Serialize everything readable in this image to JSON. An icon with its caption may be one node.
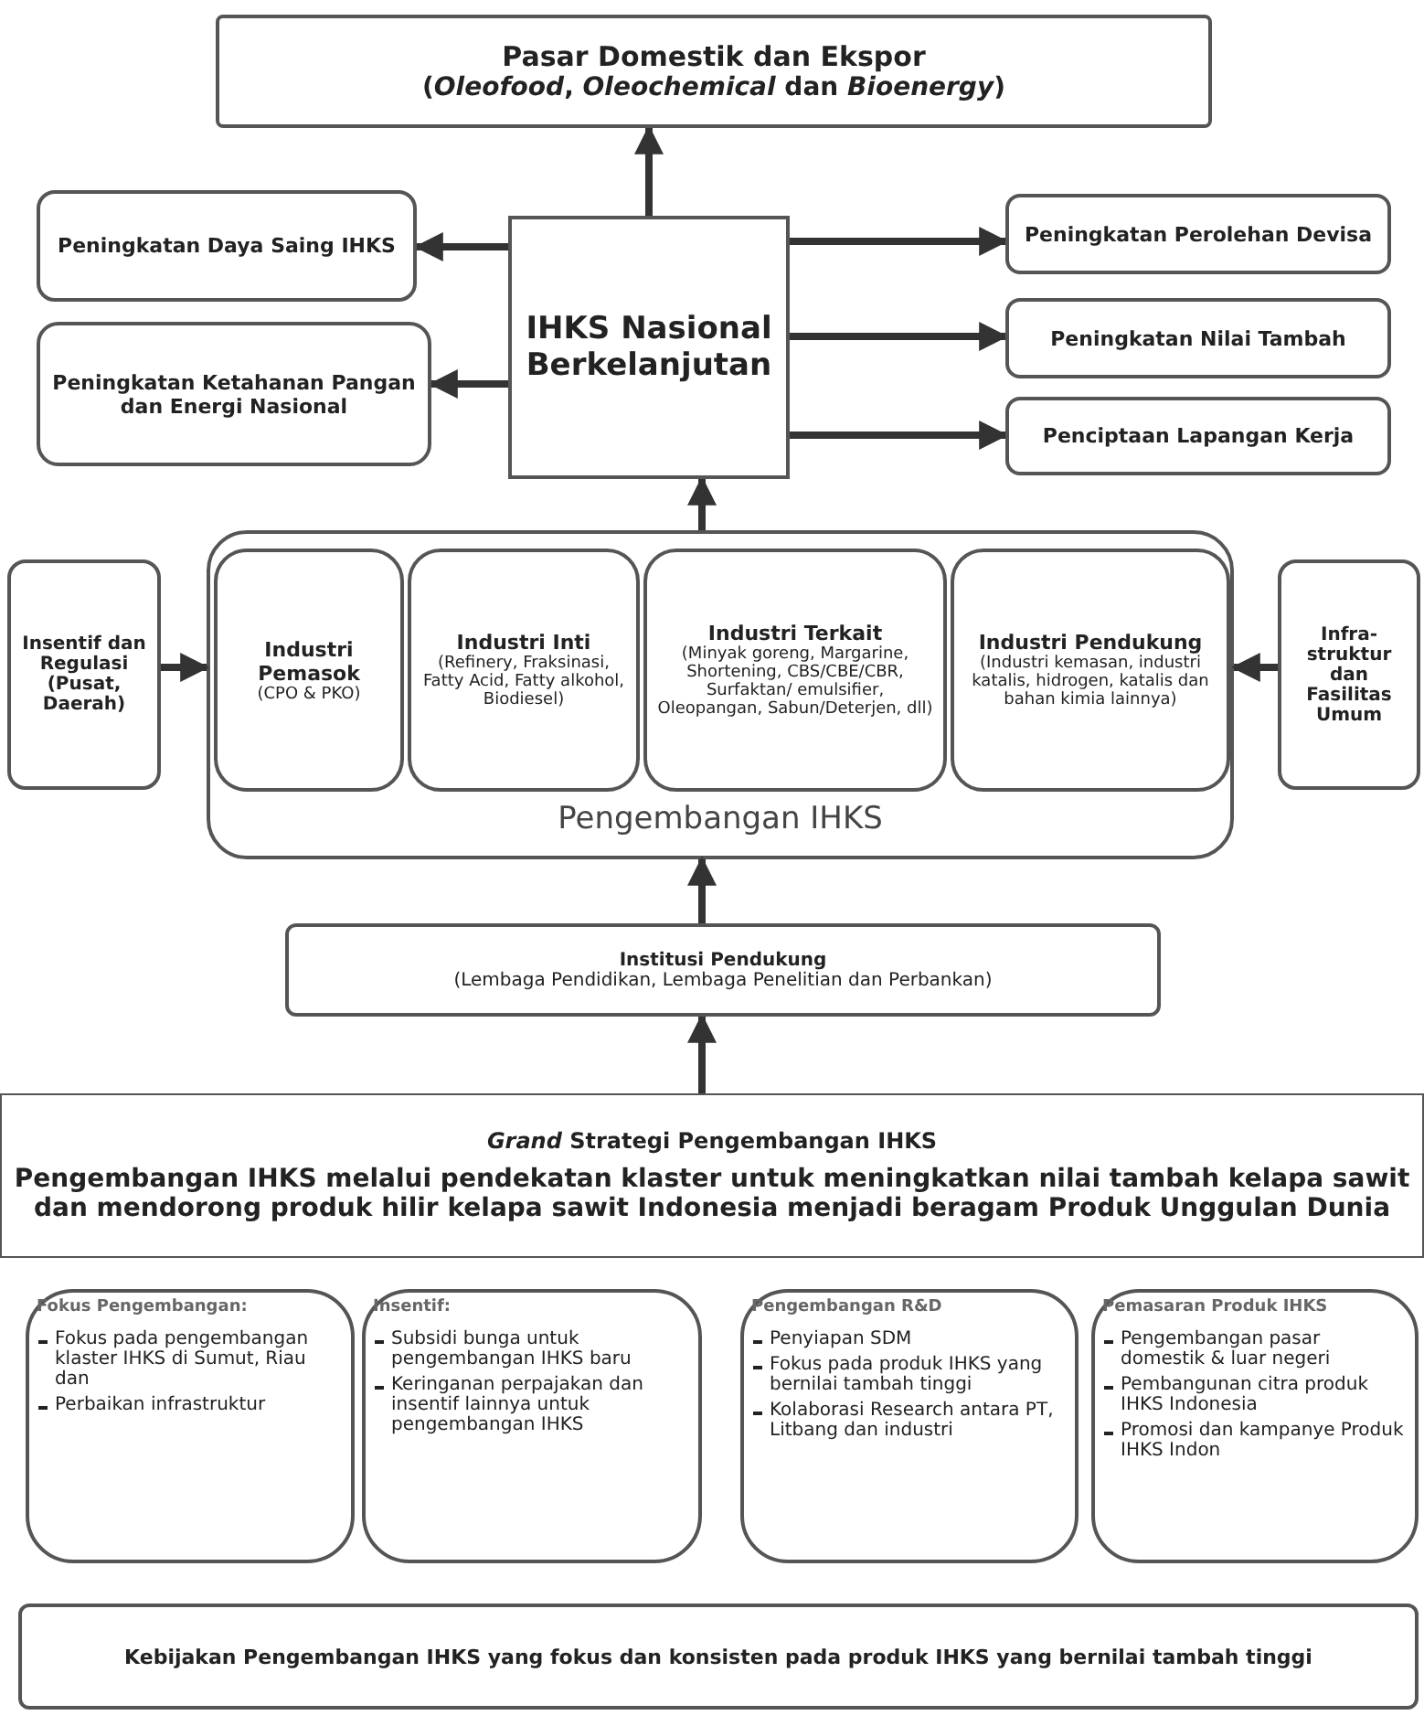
{
  "diagram": {
    "nodes": [
      {
        "text": [
          "Pasar Domestik dan Ekspor",
          "(*Oleofood*, *Oleochemical* dan *Bioenergy*)"
        ]
      },
      {
        "text": [
          "IHKS Nasional Berkelanjutan"
        ]
      },
      {
        "text": [
          "Peningkatan Daya Saing IHKS"
        ]
      },
      {
        "text": [
          "Peningkatan Ketahanan Pangan dan Energi Nasional"
        ]
      },
      {
        "text": [
          "Peningkatan Perolehan Devisa"
        ]
      },
      {
        "text": [
          "Peningkatan Nilai Tambah"
        ]
      },
      {
        "text": [
          "Penciptaan Lapangan Kerja"
        ]
      },
      {
        "text": [
          "Pengembangan IHKS"
        ]
      },
      {
        "text": [
          "Industri Pemasok",
          "(CPO & PKO)"
        ],
        "in": 7
      },
      {
        "text": [
          "Industri Inti",
          "(Refinery, Fraksinasi, Fatty Acid, Fatty alkohol, Biodiesel)"
        ],
        "in": 7
      },
      {
        "text": [
          "Industri Terkait",
          "(Minyak goreng, Margarine, Shortening, CBS/CBE/CBR, Surfaktan/ emulsifier, Oleopangan, Sabun/Deterjen, dll)"
        ],
        "in": 7
      },
      {
        "text": [
          "Industri Pendukung",
          "(Industri kemasan, industri katalis, hidrogen, katalis dan bahan kimia lainnya)"
        ],
        "in": 7
      },
      {
        "text": [
          "Insentif dan Regulasi (Pusat, Daerah)"
        ]
      },
      {
        "text": [
          "Infra-struktur dan Fasilitas Umum"
        ]
      },
      {
        "text": [
          "Institusi Pendukung",
          "(Lembaga Pendidikan, Lembaga Penelitian dan Perbankan)"
        ]
      },
      {
        "text": [
          "*Grand* Strategi Pengembangan IHKS",
          "Pengembangan IHKS melalui pendekatan klaster untuk meningkatkan nilai tambah kelapa sawit dan mendorong produk hilir kelapa sawit Indonesia menjadi beragam Produk Unggulan Dunia"
        ]
      },
      {
        "text": [
          "Fokus Pengembangan:",
          "Fokus pada pengembangan klaster IHKS di Sumut, Riau dan",
          "Perbaikan infrastruktur"
        ]
      },
      {
        "text": [
          "Insentif:",
          "Subsidi bunga untuk pengembangan IHKS baru",
          "Keringanan perpajakan dan insentif lainnya untuk pengembangan IHKS"
        ]
      },
      {
        "text": [
          "Pengembangan R&D",
          "Penyiapan SDM",
          "Fokus pada produk IHKS yang bernilai tambah tinggi",
          "Kolaborasi Research antara PT, Litbang dan industri"
        ]
      },
      {
        "text": [
          "Pemasaran Produk IHKS",
          "Pengembangan pasar domestik & luar negeri",
          "Pembangunan citra produk IHKS Indonesia",
          "Promosi dan kampanye Produk IHKS Indon"
        ]
      },
      {
        "text": [
          "Kebijakan Pengembangan IHKS yang fokus dan konsisten pada produk IHKS yang bernilai tambah tinggi"
        ]
      }
    ],
    "edges": [
      {
        "from": 1,
        "to": 0,
        "arrow": "to"
      },
      {
        "from": 1,
        "to": 2,
        "arrow": "to"
      },
      {
        "from": 1,
        "to": 3,
        "arrow": "to"
      },
      {
        "from": 1,
        "to": 4,
        "arrow": "to"
      },
      {
        "from": 1,
        "to": 5,
        "arrow": "to"
      },
      {
        "from": 1,
        "to": 6,
        "arrow": "to"
      },
      {
        "from": 7,
        "to": 1,
        "arrow": "to"
      },
      {
        "from": 12,
        "to": 7,
        "arrow": "to"
      },
      {
        "from": 13,
        "to": 7,
        "arrow": "to"
      },
      {
        "from": 14,
        "to": 7,
        "arrow": "to"
      },
      {
        "from": 15,
        "to": 14,
        "arrow": "to"
      }
    ]
  }
}
